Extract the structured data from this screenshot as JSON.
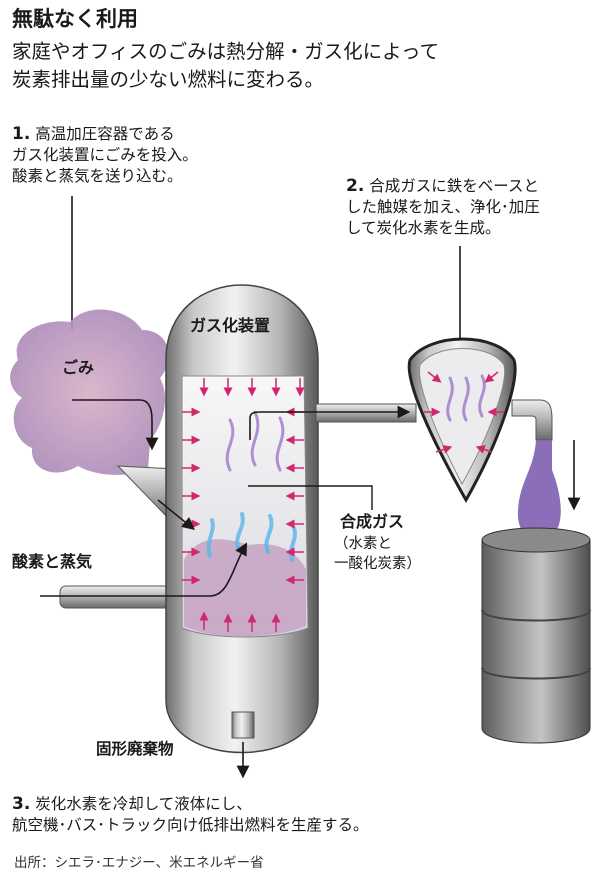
{
  "title": "無駄なく利用",
  "subtitle": "家庭やオフィスのごみは熱分解・ガス化によって\n炭素排出量の少ない燃料に変わる。",
  "steps": [
    {
      "num": "1.",
      "text": "高温加圧容器である\nガス化装置にごみを投入。\n酸素と蒸気を送り込む。"
    },
    {
      "num": "2.",
      "text": "合成ガスに鉄をベースと\nした触媒を加え、浄化･加圧\nして炭化水素を生成。"
    },
    {
      "num": "3.",
      "text": "炭化水素を冷却して液体にし、\n航空機･バス･トラック向け低排出燃料を生産する。"
    }
  ],
  "labels": {
    "gasifier": "ガス化装置",
    "garbage": "ごみ",
    "oxygen_steam": "酸素と蒸気",
    "syngas": "合成ガス",
    "syngas_note": "（水素と\n一酸化炭素）",
    "solid_waste": "固形廃棄物"
  },
  "source": "出所：シエラ･エナジー、米エネルギー省",
  "colors": {
    "garbage_cloud": "#c79ab4",
    "arrow_pink": "#d0286f",
    "gas_purple": "#9a6fc8",
    "flame_blue": "#5ab7ea",
    "fuel_liquid": "#7d5fb0"
  }
}
